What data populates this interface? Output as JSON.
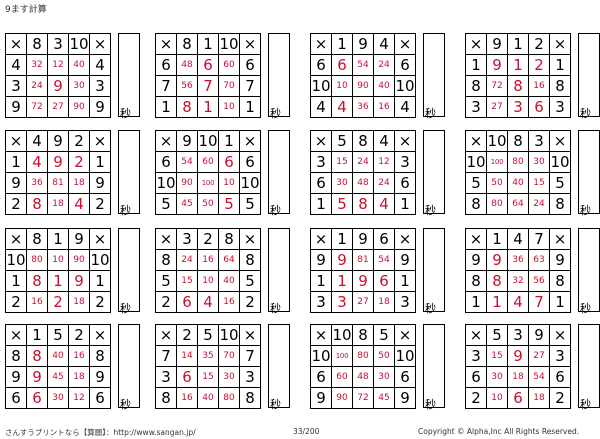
{
  "title": "9ます計算",
  "timer_label": "秒",
  "footer": {
    "left": "さんすうプリントなら【算願】：http://www.sangan.jp/",
    "page": "33/200",
    "right": "Copyright © Alpha,Inc All Rights Reserved."
  },
  "problems": [
    {
      "top": [
        8,
        3,
        10
      ],
      "left": [
        4,
        3,
        9
      ],
      "answers": [
        [
          32,
          12,
          40
        ],
        [
          24,
          9,
          30
        ],
        [
          72,
          27,
          90
        ]
      ]
    },
    {
      "top": [
        8,
        1,
        10
      ],
      "left": [
        6,
        7,
        1
      ],
      "answers": [
        [
          48,
          6,
          60
        ],
        [
          56,
          7,
          70
        ],
        [
          8,
          1,
          10
        ]
      ]
    },
    {
      "top": [
        1,
        9,
        4
      ],
      "left": [
        6,
        10,
        4
      ],
      "answers": [
        [
          6,
          54,
          24
        ],
        [
          10,
          90,
          40
        ],
        [
          4,
          36,
          16
        ]
      ]
    },
    {
      "top": [
        9,
        1,
        2
      ],
      "left": [
        1,
        8,
        3
      ],
      "answers": [
        [
          9,
          1,
          2
        ],
        [
          72,
          8,
          16
        ],
        [
          27,
          3,
          6
        ]
      ]
    },
    {
      "top": [
        4,
        9,
        2
      ],
      "left": [
        1,
        9,
        2
      ],
      "answers": [
        [
          4,
          9,
          2
        ],
        [
          36,
          81,
          18
        ],
        [
          8,
          18,
          4
        ]
      ]
    },
    {
      "top": [
        9,
        10,
        1
      ],
      "left": [
        6,
        10,
        5
      ],
      "answers": [
        [
          54,
          60,
          6
        ],
        [
          90,
          100,
          10
        ],
        [
          45,
          50,
          5
        ]
      ]
    },
    {
      "top": [
        5,
        8,
        4
      ],
      "left": [
        3,
        6,
        1
      ],
      "answers": [
        [
          15,
          24,
          12
        ],
        [
          30,
          48,
          24
        ],
        [
          5,
          8,
          4
        ]
      ]
    },
    {
      "top": [
        10,
        8,
        3
      ],
      "left": [
        10,
        5,
        8
      ],
      "answers": [
        [
          100,
          80,
          30
        ],
        [
          50,
          40,
          15
        ],
        [
          80,
          64,
          24
        ]
      ]
    },
    {
      "top": [
        8,
        1,
        9
      ],
      "left": [
        10,
        1,
        2
      ],
      "answers": [
        [
          80,
          10,
          90
        ],
        [
          8,
          1,
          9
        ],
        [
          16,
          2,
          18
        ]
      ]
    },
    {
      "top": [
        3,
        2,
        8
      ],
      "left": [
        8,
        5,
        2
      ],
      "answers": [
        [
          24,
          16,
          64
        ],
        [
          15,
          10,
          40
        ],
        [
          6,
          4,
          16
        ]
      ]
    },
    {
      "top": [
        1,
        9,
        6
      ],
      "left": [
        9,
        1,
        3
      ],
      "answers": [
        [
          9,
          81,
          54
        ],
        [
          1,
          9,
          6
        ],
        [
          3,
          27,
          18
        ]
      ]
    },
    {
      "top": [
        1,
        4,
        7
      ],
      "left": [
        9,
        8,
        1
      ],
      "answers": [
        [
          9,
          36,
          63
        ],
        [
          8,
          32,
          56
        ],
        [
          1,
          4,
          7
        ]
      ]
    },
    {
      "top": [
        1,
        5,
        2
      ],
      "left": [
        8,
        9,
        6
      ],
      "answers": [
        [
          8,
          40,
          16
        ],
        [
          9,
          45,
          18
        ],
        [
          6,
          30,
          12
        ]
      ]
    },
    {
      "top": [
        2,
        5,
        10
      ],
      "left": [
        7,
        3,
        8
      ],
      "answers": [
        [
          14,
          35,
          70
        ],
        [
          6,
          15,
          30
        ],
        [
          16,
          40,
          80
        ]
      ]
    },
    {
      "top": [
        10,
        8,
        5
      ],
      "left": [
        10,
        6,
        9
      ],
      "answers": [
        [
          100,
          80,
          50
        ],
        [
          60,
          48,
          30
        ],
        [
          90,
          72,
          45
        ]
      ]
    },
    {
      "top": [
        5,
        3,
        9
      ],
      "left": [
        3,
        6,
        2
      ],
      "answers": [
        [
          15,
          9,
          27
        ],
        [
          30,
          18,
          54
        ],
        [
          10,
          6,
          18
        ]
      ]
    }
  ]
}
